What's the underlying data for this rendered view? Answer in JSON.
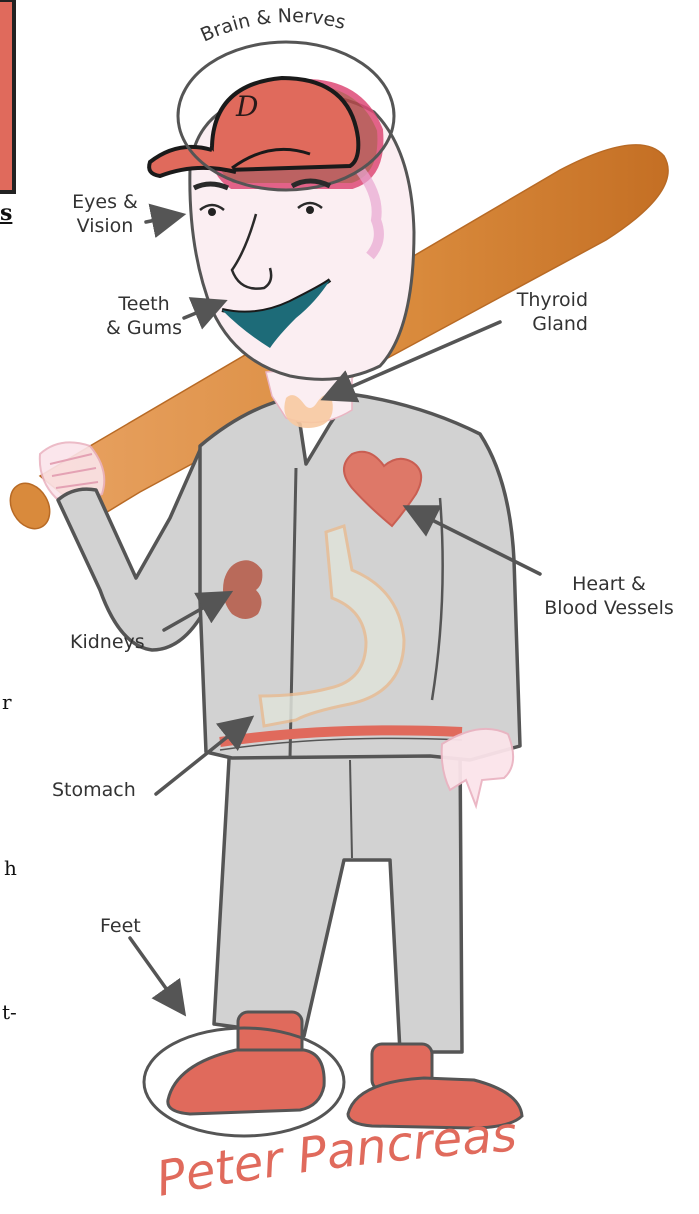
{
  "labels": {
    "brain": "Brain & Nerves",
    "eyes": "Eyes &\nVision",
    "teeth": "Teeth\n& Gums",
    "thyroid": "Thyroid\nGland",
    "heart": "Heart &\nBlood Vessels",
    "kidneys": "Kidneys",
    "stomach": "Stomach",
    "feet": "Feet"
  },
  "title": "Peter Pancreas",
  "cap_letter": "D",
  "edge_fragments": {
    "s": "s",
    "r": "r",
    "h": "h",
    "t": "t-"
  },
  "colors": {
    "accent": "#e06a5c",
    "outline": "#555555",
    "uniform": "#d2d2d2",
    "skin": "#fbeef2",
    "bat": "#d98a3c",
    "mouth": "#1d6b78"
  }
}
